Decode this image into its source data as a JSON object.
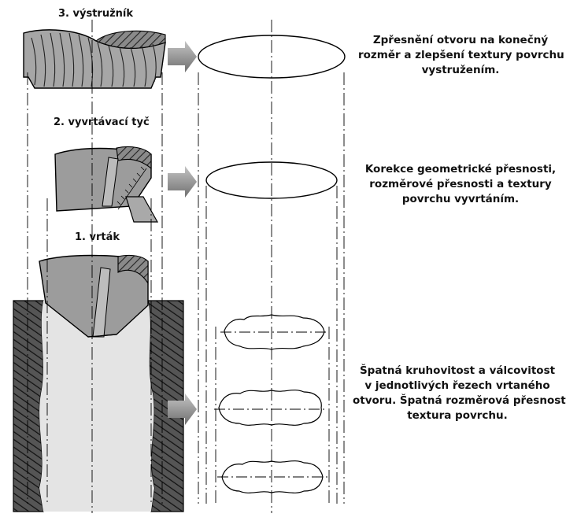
{
  "tools": {
    "reamer": "3. výstružník",
    "boring_bar": "2. vyvrtávací tyč",
    "drill": "1. vrták"
  },
  "descriptions": {
    "reaming": [
      "Zpřesnění otvoru na konečný",
      "rozměr a zlepšení textury povrchu",
      "vystružením."
    ],
    "boring": [
      "Korekce geometrické přesnosti,",
      "rozměrové přesnosti a textury",
      "povrchu vyvrtáním."
    ],
    "drilling": [
      "Špatná kruhovitost a válcovitost",
      "v jednotlivých řezech vrtaného",
      "otvoru. Špatná rozměrová přesnost a",
      "textura povrchu."
    ]
  }
}
